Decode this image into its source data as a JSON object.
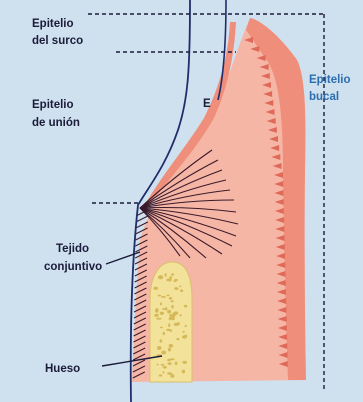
{
  "labels": {
    "epitelio_surco_line1": "Epitelio",
    "epitelio_surco_line2": "del surco",
    "epitelio_union_line1": "Epitelio",
    "epitelio_union_line2": "de unión",
    "epitelio_bucal_line1": "Epitelio",
    "epitelio_bucal_line2": "bucal",
    "tejido_line1": "Tejido",
    "tejido_line2": "conjuntivo",
    "hueso": "Hueso",
    "enamel_marker": "E"
  },
  "colors": {
    "background": "#cfe0ee",
    "gingiva_fill": "#f6b6a6",
    "epithelium_fill": "#ef8e7a",
    "rete_ridges": "#e06a5a",
    "bone_fill": "#f3e39a",
    "bone_stipple": "#d6b95a",
    "tooth_line": "#1f2d6b",
    "fibers": "#3a1a2a",
    "label_dark": "#1b1b3a",
    "label_blue": "#2c6eb0"
  },
  "icons": {
    "tooth_outline": "tooth-outline-icon",
    "gingiva": "gingiva-icon",
    "bone": "bone-icon"
  }
}
